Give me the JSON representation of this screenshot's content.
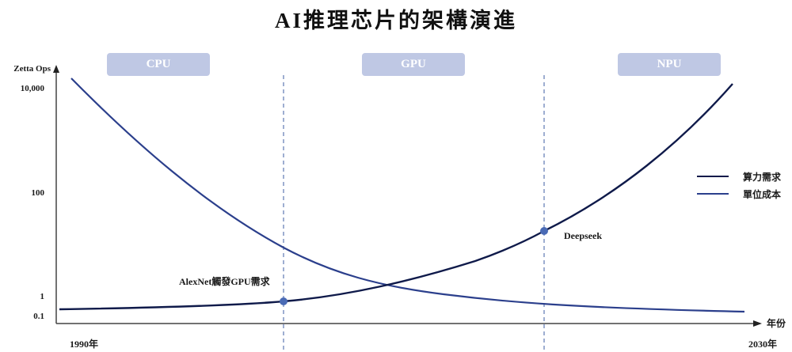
{
  "title": "AI推理芯片的架構演進",
  "colors": {
    "demand": "#0f1a4a",
    "cost": "#2b3f8c",
    "marker": "#4a6bb5",
    "era_box": "#bfc8e4",
    "dashed": "#6a82b8"
  },
  "eras": [
    {
      "label": "CPU"
    },
    {
      "label": "GPU"
    },
    {
      "label": "NPU"
    }
  ],
  "axes": {
    "y_title": "Zetta Ops",
    "y_ticks": [
      "10,000",
      "100",
      "1",
      "0.1"
    ],
    "x_title": "年份",
    "x_start": "1990年",
    "x_end": "2030年"
  },
  "legend": [
    {
      "label": "算力需求",
      "series": "demand"
    },
    {
      "label": "單位成本",
      "series": "cost"
    }
  ],
  "annotations": [
    {
      "label": "AlexNet觸發GPU需求"
    },
    {
      "label": "Deepseek"
    }
  ],
  "chart_data": {
    "type": "line",
    "title": "AI推理芯片的架構演進",
    "xlabel": "年份",
    "ylabel": "Zetta Ops",
    "x_range": [
      "1990年",
      "2030年"
    ],
    "y_scale": "log",
    "y_ticks": [
      0.1,
      1,
      100,
      10000
    ],
    "grid": false,
    "legend_position": "right",
    "regions": [
      {
        "label": "CPU",
        "x_from": "1990",
        "x_to": "~2012"
      },
      {
        "label": "GPU",
        "x_from": "~2012",
        "x_to": "~2025"
      },
      {
        "label": "NPU",
        "x_from": "~2025",
        "x_to": "2030"
      }
    ],
    "series": [
      {
        "name": "算力需求",
        "trend": "exponential increase",
        "x": [
          1990,
          2000,
          2012,
          2018,
          2025,
          2030
        ],
        "values": [
          0.2,
          0.4,
          0.8,
          2,
          30,
          20000
        ]
      },
      {
        "name": "單位成本",
        "trend": "exponential decrease",
        "x": [
          1990,
          2000,
          2012,
          2018,
          2025,
          2030
        ],
        "values": [
          15000,
          300,
          12,
          2,
          0.5,
          0.3
        ]
      }
    ],
    "annotations": [
      {
        "label": "AlexNet觸發GPU需求",
        "x": "~2012",
        "series": "算力需求"
      },
      {
        "label": "Deepseek",
        "x": "~2025",
        "series": "算力需求"
      }
    ]
  }
}
